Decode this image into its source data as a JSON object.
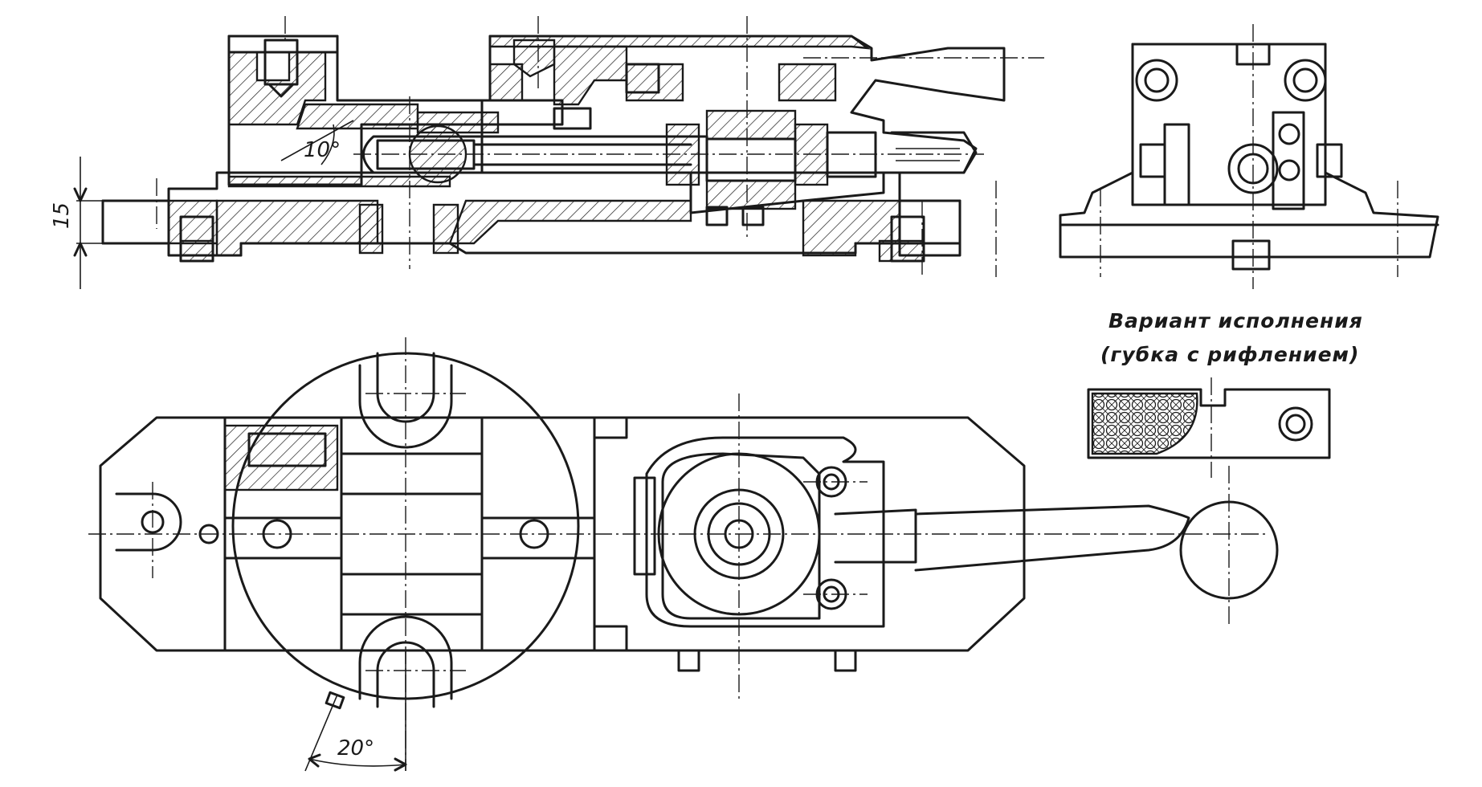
{
  "annotations": {
    "dimension_height": "15",
    "angle_tilt": "10°",
    "angle_rotation": "20°"
  },
  "variant_note": {
    "line1": "Вариант исполнения",
    "line2": "(губка с рифлением)"
  },
  "colors": {
    "ink": "#1a1a1a",
    "paper": "#ffffff"
  }
}
